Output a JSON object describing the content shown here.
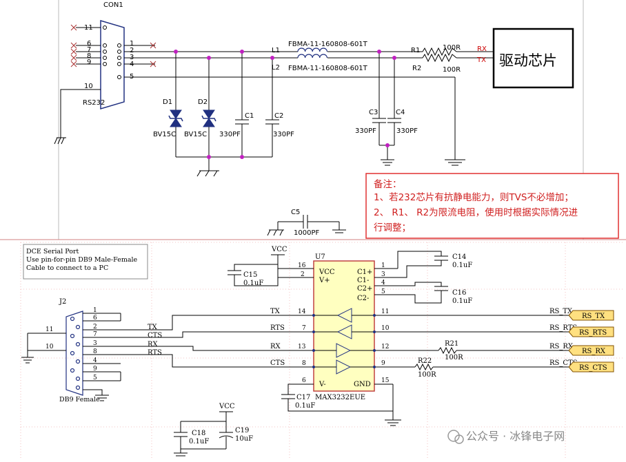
{
  "top": {
    "connector": {
      "title": "CON1",
      "type": "RS232",
      "left_pins": [
        "11",
        "6",
        "7",
        "8",
        "9",
        "10"
      ],
      "right_pins": [
        "1",
        "2",
        "3",
        "4",
        "5"
      ]
    },
    "ferrite": {
      "l1_ref": "L1",
      "l1_part": "FBMA-11-160808-601T",
      "l2_ref": "L2",
      "l2_part": "FBMA-11-160808-601T"
    },
    "resistors": {
      "r1_ref": "R1",
      "r1_val": "100R",
      "r2_ref": "R2",
      "r2_val": "100R"
    },
    "signals": {
      "rx": "RX",
      "tx": "TX"
    },
    "driver_chip": "驱动芯片",
    "diodes": {
      "d1_ref": "D1",
      "d1_val": "BV15C",
      "d2_ref": "D2",
      "d2_val": "BV15C"
    },
    "caps": {
      "c1_ref": "C1",
      "c1_val": "330PF",
      "c2_ref": "C2",
      "c2_val": "330PF",
      "c3_ref": "C3",
      "c3_val": "330PF",
      "c4_ref": "C4",
      "c4_val": "330PF",
      "c5_ref": "C5",
      "c5_val": "1000PF"
    },
    "note": {
      "title": "备注：",
      "line1": "1、若232芯片有抗静电能力，则TVS不必增加；",
      "line2": "2、 R1、 R2为限流电阻，使用时根据实际情况进",
      "line3": "行调整；"
    }
  },
  "bottom": {
    "header": {
      "line1": "DCE Serial Port",
      "line2": "Use pin-for-pin DB9 Male-Female",
      "line3": "Cable to connect to a PC"
    },
    "vcc": "VCC",
    "ic": {
      "ref": "U7",
      "part": "MAX3232EUE",
      "vcc": "VCC",
      "vplus": "V+",
      "vminus": "V-",
      "gnd": "GND",
      "c1p": "C1+",
      "c1m": "C1-",
      "c2p": "C2+",
      "c2m": "C2-",
      "pins": {
        "p16": "16",
        "p2": "2",
        "p14": "14",
        "p7": "7",
        "p13": "13",
        "p8": "8",
        "p6": "6",
        "p1": "1",
        "p3": "3",
        "p4": "4",
        "p5": "5",
        "p11": "11",
        "p10": "10",
        "p12": "12",
        "p9": "9",
        "p15": "15"
      }
    },
    "caps": {
      "c14_ref": "C14",
      "c14_val": "0.1uF",
      "c15_ref": "C15",
      "c15_val": "0.1uF",
      "c16_ref": "C16",
      "c16_val": "0.1uF",
      "c17_ref": "C17",
      "c17_val": "0.1uF",
      "c18_ref": "C18",
      "c18_val": "0.1uF",
      "c19_ref": "C19",
      "c19_val": "10uF"
    },
    "connector": {
      "ref": "J2",
      "label": "DB9 Female",
      "pin_left_top": "11",
      "pin_left_bot": "10",
      "pins": [
        "1",
        "6",
        "2",
        "7",
        "3",
        "8",
        "4",
        "9",
        "5"
      ]
    },
    "nets_left": {
      "tx": "TX",
      "cts": "CTS",
      "rx": "RX",
      "rts": "RTS"
    },
    "nets_mid": {
      "tx": "TX",
      "rts": "RTS",
      "rx": "RX",
      "cts": "CTS"
    },
    "resistors": {
      "r21_ref": "R21",
      "r21_val": "100R",
      "r22_ref": "R22",
      "r22_val": "100R"
    },
    "net_labels": {
      "rs_tx_wire": "RS_TX",
      "rs_rts_wire": "RS_RTS",
      "rs_rx_wire": "RS_RX",
      "rs_cts_wire": "RS_CTS",
      "rs_tx": "RS_TX",
      "rs_rts": "RS_RTS",
      "rs_rx": "RS_RX",
      "rs_cts": "RS_CTS"
    }
  },
  "watermark": {
    "text": "公众号 · 冰锋电子网"
  }
}
